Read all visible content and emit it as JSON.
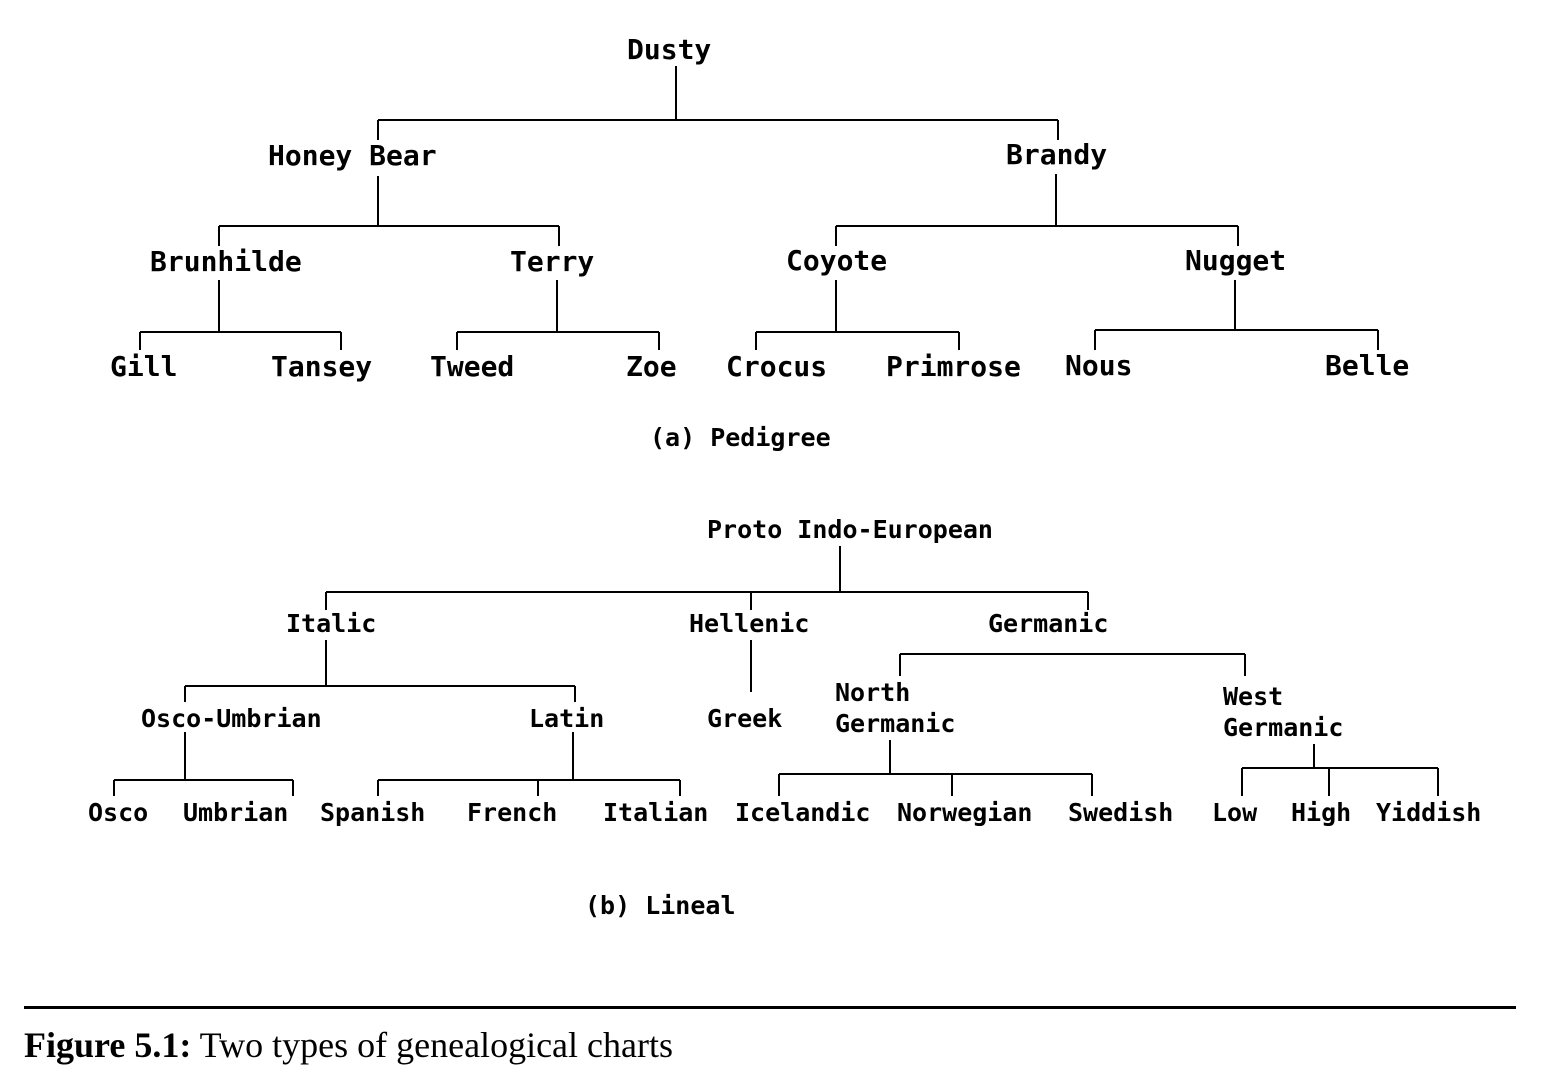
{
  "pedigree": {
    "caption": "(a) Pedigree",
    "nodes": {
      "dusty": "Dusty",
      "honey_bear": "Honey Bear",
      "brandy": "Brandy",
      "brunhilde": "Brunhilde",
      "terry": "Terry",
      "coyote": "Coyote",
      "nugget": "Nugget",
      "gill": "Gill",
      "tansey": "Tansey",
      "tweed": "Tweed",
      "zoe": "Zoe",
      "crocus": "Crocus",
      "primrose": "Primrose",
      "nous": "Nous",
      "belle": "Belle"
    }
  },
  "lineal": {
    "caption": "(b) Lineal",
    "nodes": {
      "pie": "Proto Indo-European",
      "italic": "Italic",
      "hellenic": "Hellenic",
      "germanic": "Germanic",
      "osco_umbrian": "Osco-Umbrian",
      "latin": "Latin",
      "greek": "Greek",
      "north_germanic_1": "North",
      "north_germanic_2": "Germanic",
      "west_germanic_1": "West",
      "west_germanic_2": "Germanic",
      "osco": "Osco",
      "umbrian": "Umbrian",
      "spanish": "Spanish",
      "french": "French",
      "italian": "Italian",
      "icelandic": "Icelandic",
      "norwegian": "Norwegian",
      "swedish": "Swedish",
      "low": "Low",
      "high": "High",
      "yiddish": "Yiddish"
    }
  },
  "figure": {
    "label": "Figure 5.1:",
    "caption": "Two types of genealogical charts"
  }
}
